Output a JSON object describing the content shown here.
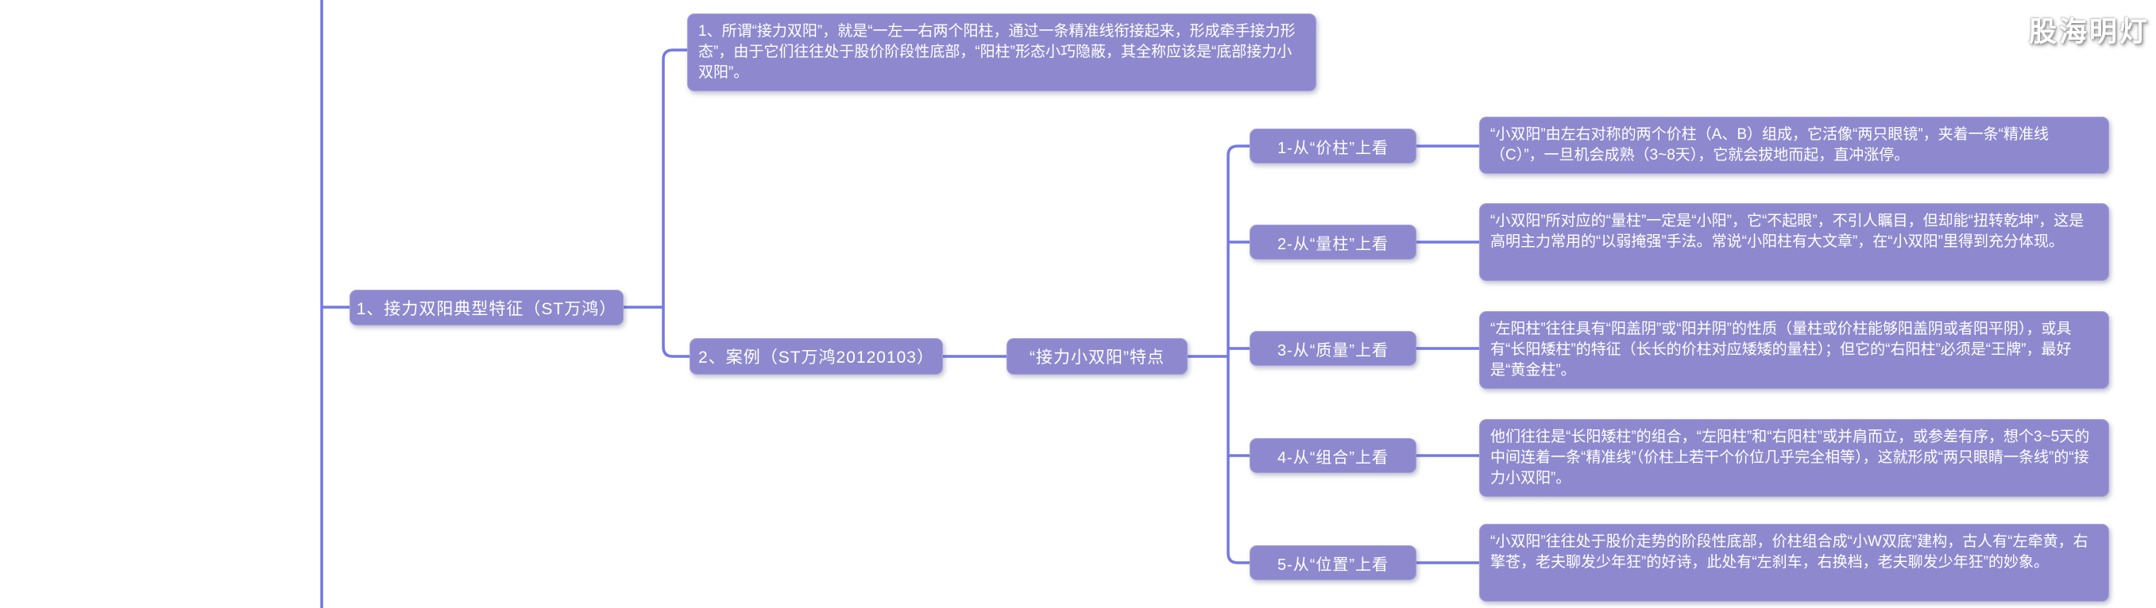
{
  "watermark": "股海明灯",
  "colors": {
    "node_fill": "#8e89ce",
    "node_border": "#a5a0dc",
    "connector": "#7379e4",
    "node_text": "#ffffff",
    "background": "#ffffff"
  },
  "map": {
    "root": "1、接力双阳典型特征（ST万鸿）",
    "intro": "1、所谓“接力双阳”，就是“一左一右两个阳柱，通过一条精准线衔接起来，形成牵手接力形态”，由于它们往往处于股价阶段性底部，“阳柱”形态小巧隐蔽，其全称应该是“底部接力小双阳”。",
    "case": "2、案例（ST万鸿20120103）",
    "feature_hub": "“接力小双阳”特点",
    "branches": [
      {
        "label": "1-从“价柱”上看",
        "text": "“小双阳”由左右对称的两个价柱（A、B）组成，它活像“两只眼镜”，夹着一条“精准线（C）”，一旦机会成熟（3~8天），它就会拔地而起，直冲涨停。"
      },
      {
        "label": "2-从“量柱”上看",
        "text": "“小双阳”所对应的“量柱”一定是“小阳”，它“不起眼”，不引人瞩目，但却能“扭转乾坤”，这是高明主力常用的“以弱掩强”手法。常说“小阳柱有大文章”，在“小双阳”里得到充分体现。"
      },
      {
        "label": "3-从“质量”上看",
        "text": "“左阳柱”往往具有“阳盖阴”或“阳并阴”的性质（量柱或价柱能够阳盖阴或者阳平阴），或具有“长阳矮柱”的特征（长长的价柱对应矮矮的量柱）；但它的“右阳柱”必须是“王牌”，最好是“黄金柱”。"
      },
      {
        "label": "4-从“组合”上看",
        "text": "他们往往是“长阳矮柱”的组合，“左阳柱”和“右阳柱”或并肩而立，或参差有序，想个3~5天的中间连着一条“精准线”（价柱上若干个价位几乎完全相等），这就形成“两只眼睛一条线”的“接力小双阳”。"
      },
      {
        "label": "5-从“位置”上看",
        "text": "“小双阳”往往处于股价走势的阶段性底部，价柱组合成“小W双底”建构，古人有“左牵黄，右擎苍，老夫聊发少年狂”的好诗，此处有“左刹车，右换档，老夫聊发少年狂”的妙象。"
      }
    ]
  }
}
